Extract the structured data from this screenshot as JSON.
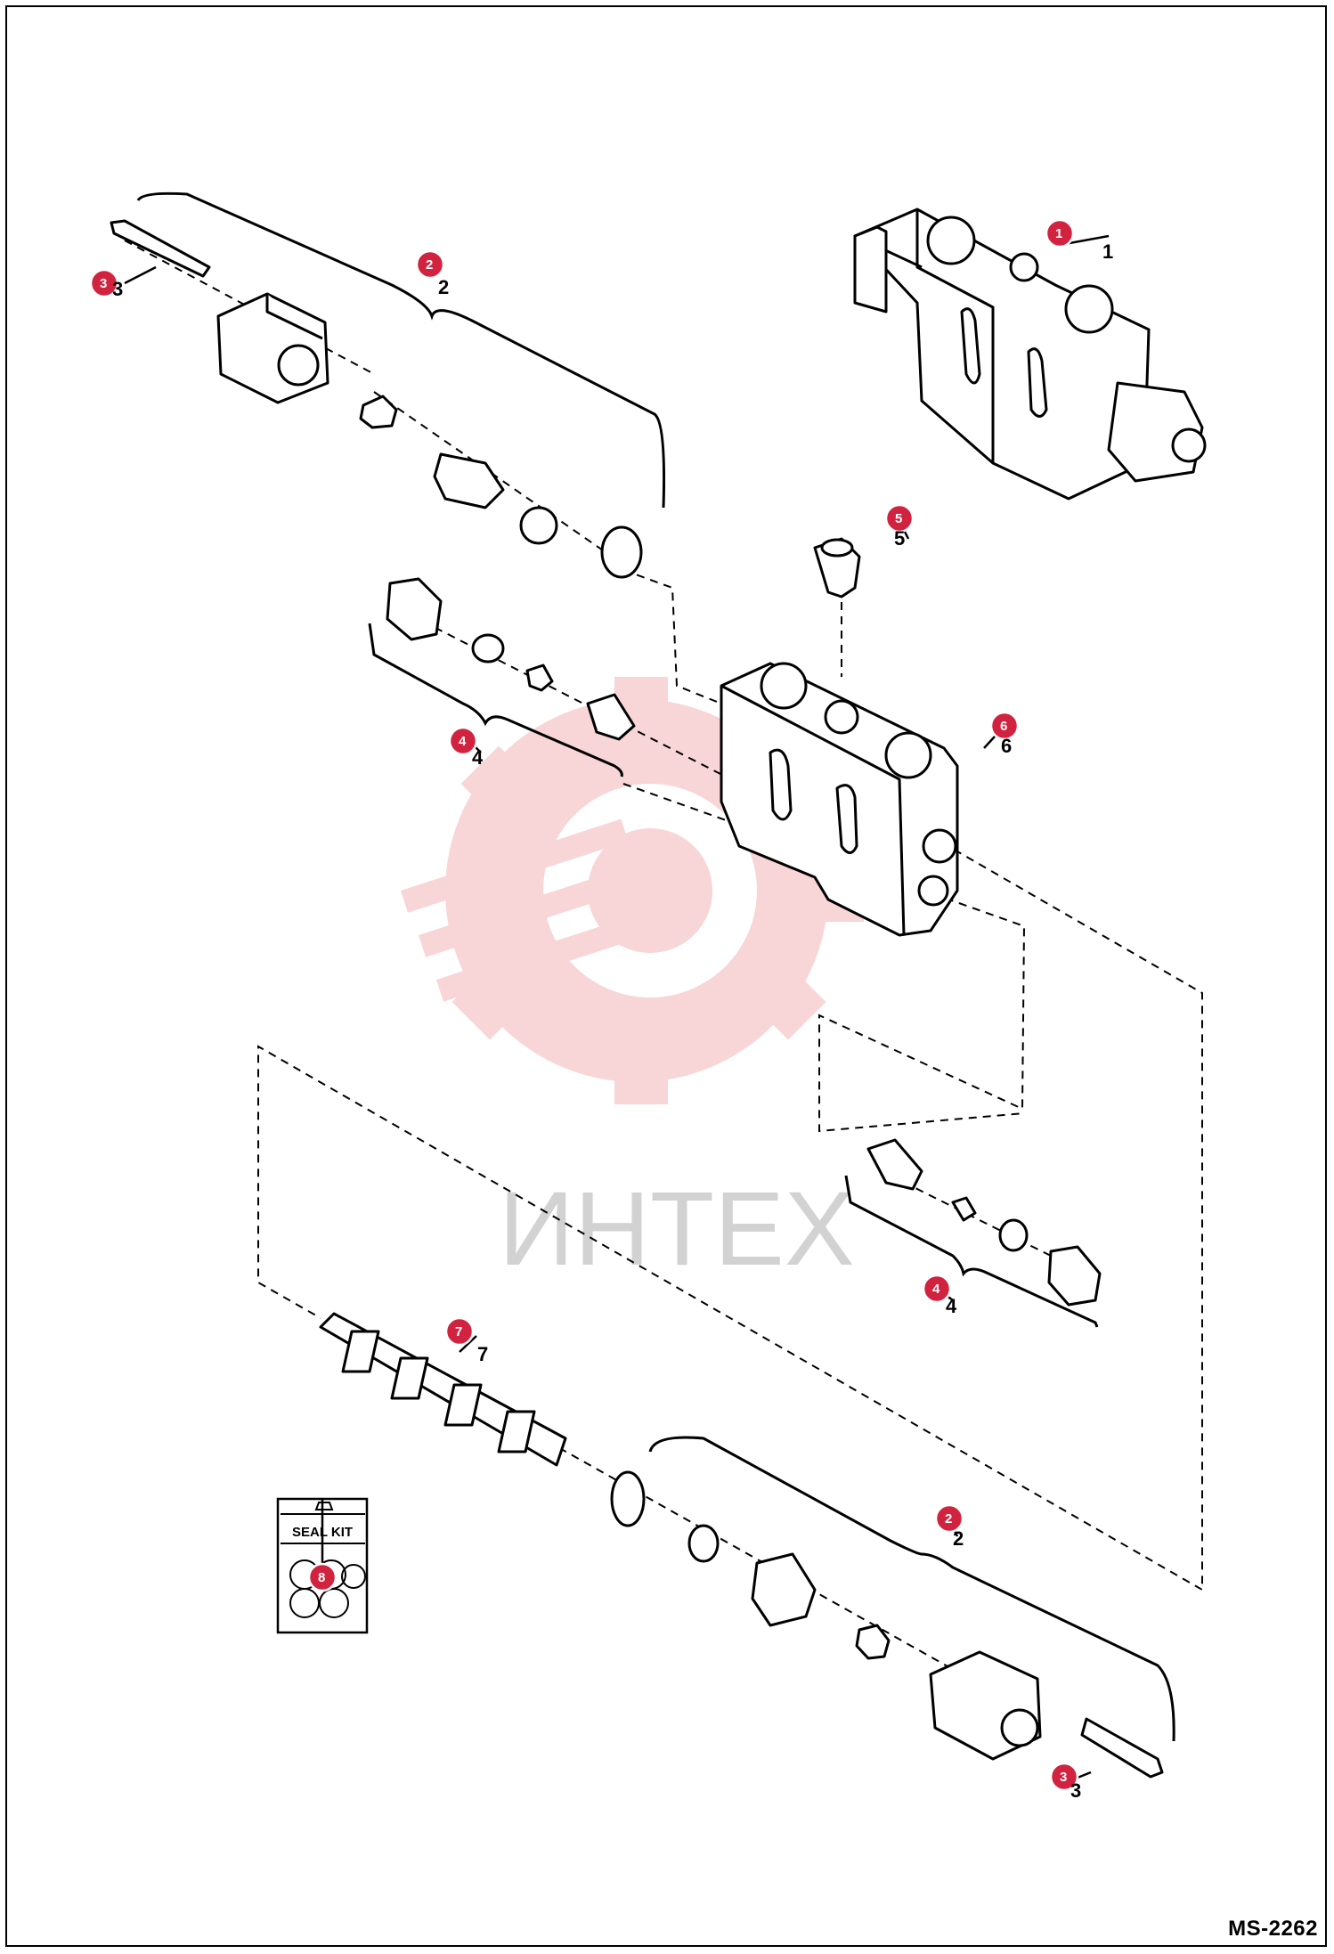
{
  "document_code": "MS-2262",
  "watermark_text": "ИНТЕХ",
  "seal_kit_label": "SEAL KIT",
  "colors": {
    "callout": "#d1233f",
    "watermark": "#f3b3b5",
    "line": "#000000"
  },
  "callouts": [
    {
      "num": "1",
      "part_label": "1"
    },
    {
      "num": "2",
      "part_label": "2"
    },
    {
      "num": "3",
      "part_label": "3"
    },
    {
      "num": "4",
      "part_label": "4"
    },
    {
      "num": "5",
      "part_label": "5"
    },
    {
      "num": "6",
      "part_label": "6"
    },
    {
      "num": "7",
      "part_label": "7"
    },
    {
      "num": "4",
      "part_label": "4"
    },
    {
      "num": "2",
      "part_label": "2"
    },
    {
      "num": "3",
      "part_label": "3"
    },
    {
      "num": "8",
      "part_label": ""
    }
  ]
}
